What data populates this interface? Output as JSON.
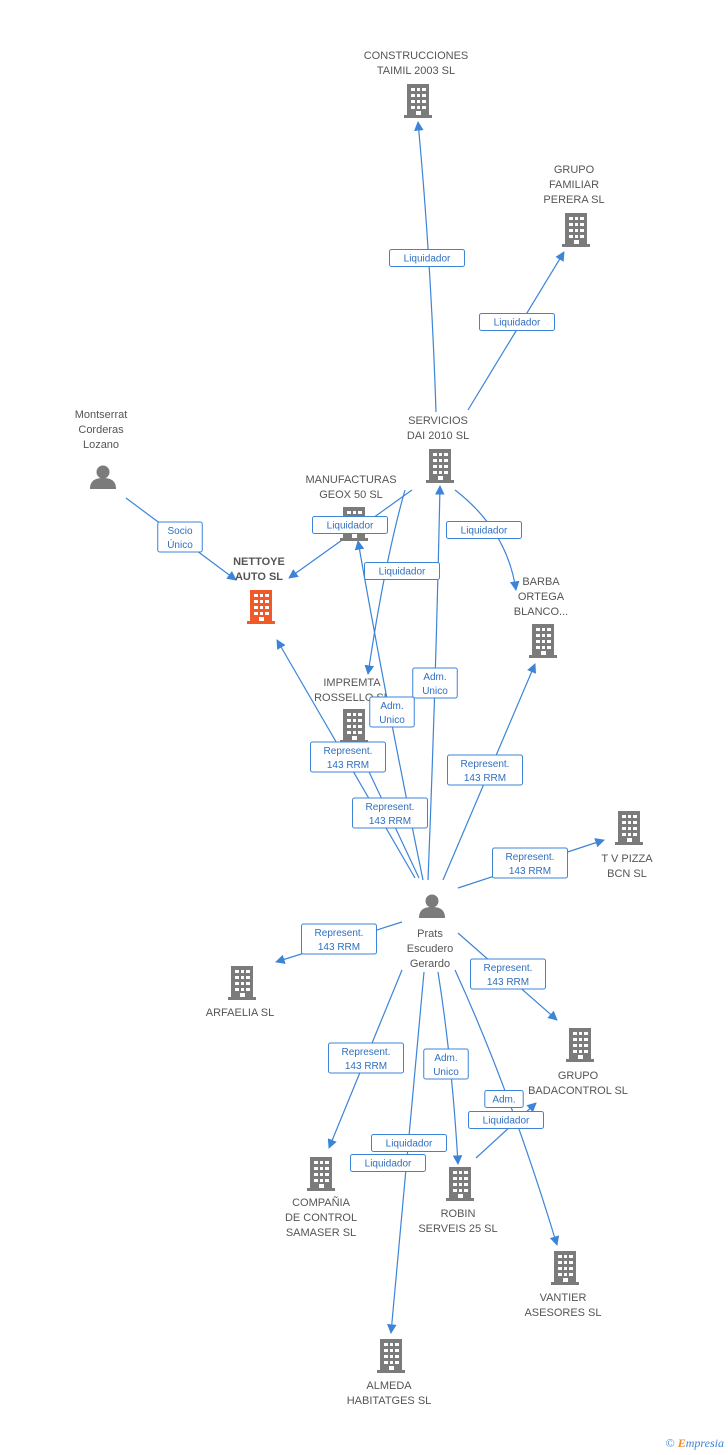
{
  "colors": {
    "edge": "#3c84d8",
    "node": "#7b7b7b",
    "highlight": "#f05a28",
    "text": "#555555"
  },
  "nodes": [
    {
      "id": "construcciones",
      "type": "company",
      "icon": "building-icon",
      "lines": [
        "CONSTRUCCIONES",
        "TAIMIL 2003 SL"
      ]
    },
    {
      "id": "grupo_familiar",
      "type": "company",
      "icon": "building-icon",
      "lines": [
        "GRUPO",
        "FAMILIAR",
        "PERERA SL"
      ]
    },
    {
      "id": "montserrat",
      "type": "person",
      "icon": "person-icon",
      "lines": [
        "Montserrat",
        "Corderas",
        "Lozano"
      ]
    },
    {
      "id": "servicios",
      "type": "company",
      "icon": "building-icon",
      "lines": [
        "SERVICIOS",
        "DAI 2010 SL"
      ]
    },
    {
      "id": "manufacturas",
      "type": "company",
      "icon": "building-icon",
      "lines": [
        "MANUFACTURAS",
        "GEOX 50 SL"
      ]
    },
    {
      "id": "nettoye",
      "type": "company",
      "icon": "building-icon",
      "main": true,
      "lines": [
        "NETTOYE",
        "AUTO SL"
      ]
    },
    {
      "id": "barba",
      "type": "company",
      "icon": "building-icon",
      "lines": [
        "BARBA",
        "ORTEGA",
        "BLANCO..."
      ]
    },
    {
      "id": "impremta",
      "type": "company",
      "icon": "building-icon",
      "lines": [
        "IMPREMTA",
        "ROSSELLO SL"
      ]
    },
    {
      "id": "tvpizza",
      "type": "company",
      "icon": "building-icon",
      "lines": [
        "T V PIZZA",
        "BCN  SL"
      ]
    },
    {
      "id": "prats",
      "type": "person",
      "icon": "person-icon",
      "lines": [
        "Prats",
        "Escudero",
        "Gerardo"
      ]
    },
    {
      "id": "arfaelia",
      "type": "company",
      "icon": "building-icon",
      "lines": [
        "ARFAELIA SL"
      ]
    },
    {
      "id": "badacontrol",
      "type": "company",
      "icon": "building-icon",
      "lines": [
        "GRUPO",
        "BADACONTROL SL"
      ]
    },
    {
      "id": "compania",
      "type": "company",
      "icon": "building-icon",
      "lines": [
        "COMPAÑIA",
        "DE CONTROL",
        "SAMASER SL"
      ]
    },
    {
      "id": "robin",
      "type": "company",
      "icon": "building-icon",
      "lines": [
        "ROBIN",
        "SERVEIS 25 SL"
      ]
    },
    {
      "id": "vantier",
      "type": "company",
      "icon": "building-icon",
      "lines": [
        "VANTIER",
        "ASESORES  SL"
      ]
    },
    {
      "id": "almeda",
      "type": "company",
      "icon": "building-icon",
      "lines": [
        "ALMEDA",
        "HABITATGES SL"
      ]
    }
  ],
  "edges": [
    {
      "from": "servicios",
      "to": "construcciones",
      "label": [
        "Liquidador"
      ]
    },
    {
      "from": "servicios",
      "to": "grupo_familiar",
      "label": [
        "Liquidador"
      ]
    },
    {
      "from": "montserrat",
      "to": "nettoye",
      "label": [
        "Socio",
        "Único"
      ]
    },
    {
      "from": "servicios",
      "to": "nettoye",
      "label": [
        "Liquidador"
      ]
    },
    {
      "from": "servicios",
      "to": "barba",
      "label": [
        "Liquidador"
      ]
    },
    {
      "from": "servicios",
      "to": "impremta",
      "label": [
        "Liquidador"
      ]
    },
    {
      "from": "prats",
      "to": "servicios",
      "label": [
        "Adm.",
        "Unico"
      ]
    },
    {
      "from": "prats",
      "to": "manufacturas",
      "label": [
        "Adm.",
        "Unico"
      ]
    },
    {
      "from": "prats",
      "to": "nettoye",
      "label": [
        "Represent.",
        "143 RRM"
      ]
    },
    {
      "from": "prats",
      "to": "impremta",
      "label": [
        "Represent.",
        "143 RRM"
      ]
    },
    {
      "from": "prats",
      "to": "barba",
      "label": [
        "Represent.",
        "143 RRM"
      ]
    },
    {
      "from": "prats",
      "to": "tvpizza",
      "label": [
        "Represent.",
        "143 RRM"
      ]
    },
    {
      "from": "prats",
      "to": "arfaelia",
      "label": [
        "Represent.",
        "143 RRM"
      ]
    },
    {
      "from": "prats",
      "to": "badacontrol",
      "label": [
        "Represent.",
        "143 RRM"
      ]
    },
    {
      "from": "prats",
      "to": "compania",
      "label": [
        "Represent.",
        "143 RRM"
      ]
    },
    {
      "from": "prats",
      "to": "robin",
      "label": [
        "Adm.",
        "Unico"
      ]
    },
    {
      "from": "prats",
      "to": "vantier",
      "label": [
        "Adm."
      ]
    },
    {
      "from": "robin",
      "to": "badacontrol",
      "label": [
        "Liquidador"
      ]
    },
    {
      "from": "prats",
      "to": "almeda",
      "label": [
        "Liquidador"
      ]
    },
    {
      "from": "robin",
      "to": "almeda",
      "label": [
        "Liquidador"
      ]
    }
  ],
  "branding": {
    "copyright": "©",
    "name": "mpresia",
    "initial": "E"
  }
}
